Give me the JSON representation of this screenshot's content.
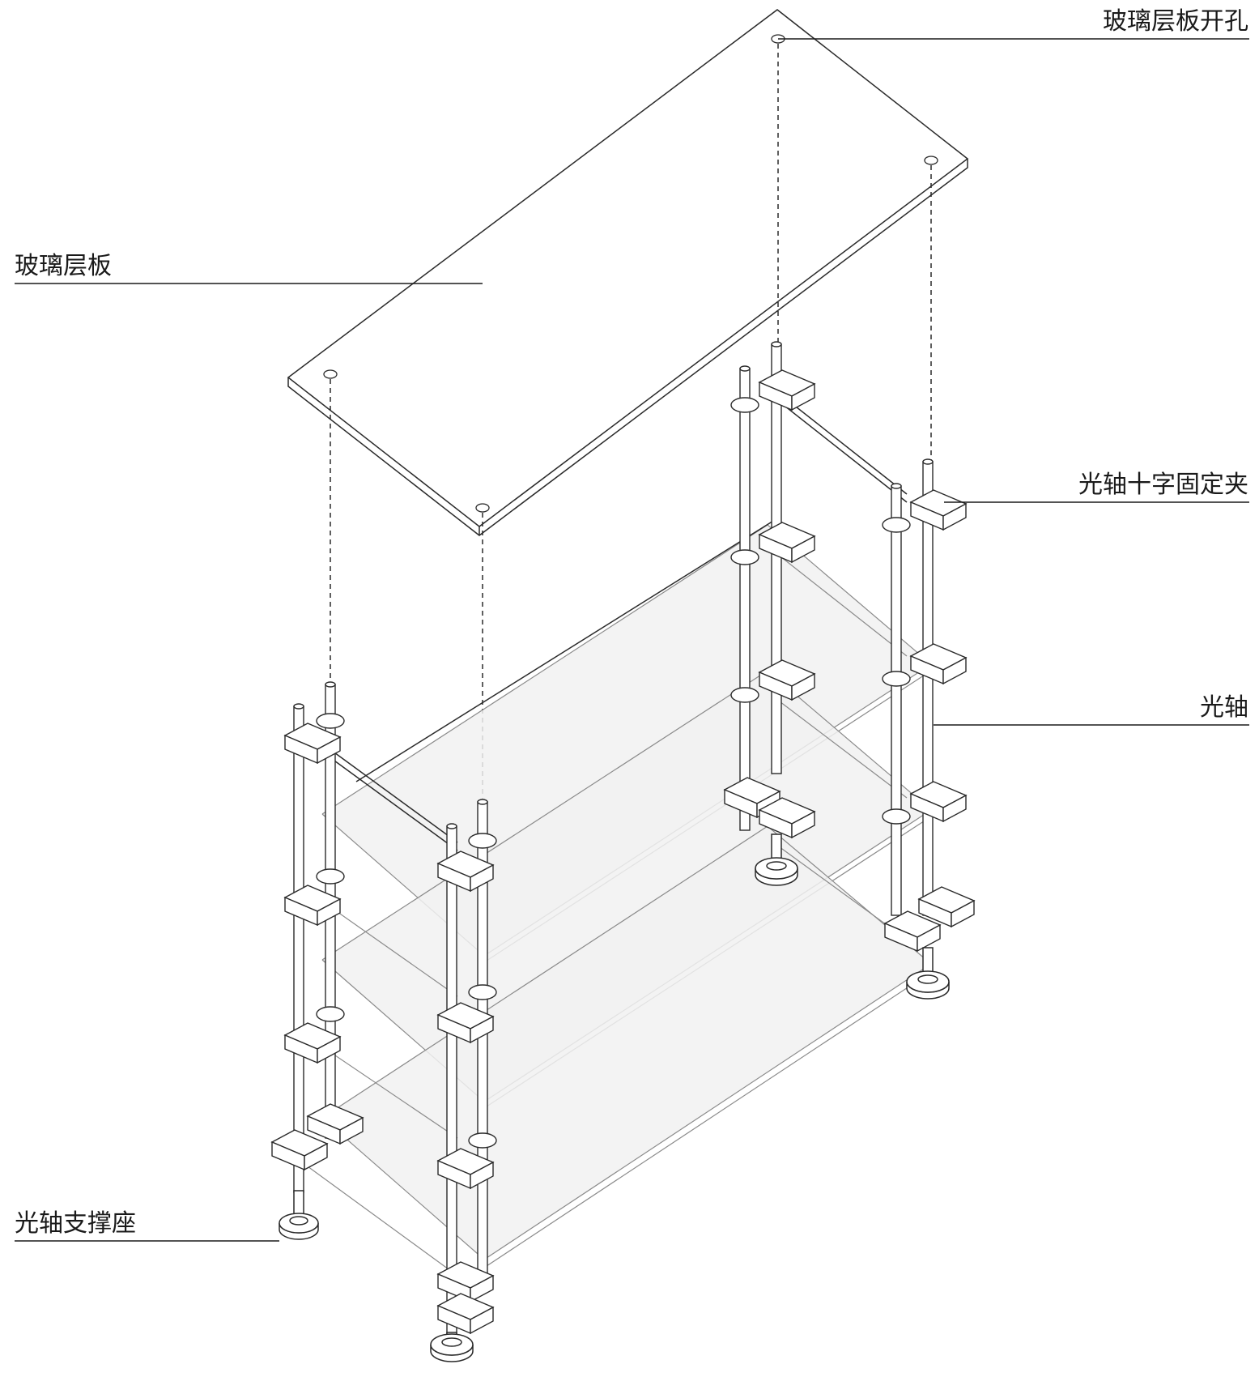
{
  "callouts": {
    "glass_shelf_holes": "玻璃层板开孔",
    "glass_shelf": "玻璃层板",
    "shaft_cross_clamp": "光轴十字固定夹",
    "optical_shaft": "光轴",
    "shaft_support_base": "光轴支撑座"
  },
  "colors": {
    "line": "#2a2a2a",
    "shelf_tint": "#f1f1f1",
    "background": "#ffffff"
  }
}
